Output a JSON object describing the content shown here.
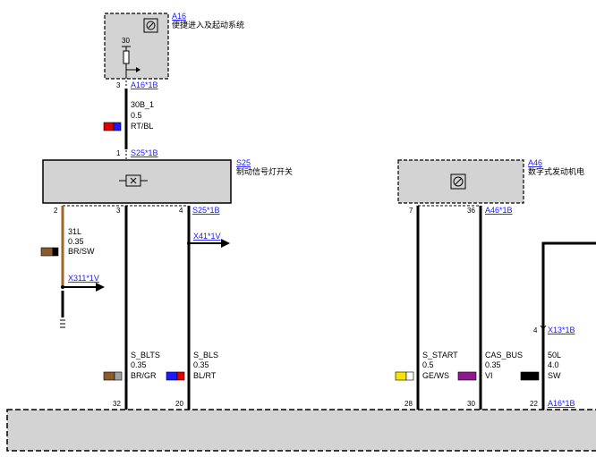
{
  "components": {
    "a16": {
      "id": "A16",
      "name": "便捷进入及起动系统",
      "pin_label": "30"
    },
    "s25": {
      "id": "S25",
      "name": "制动信号灯开关"
    },
    "a46": {
      "id": "A46",
      "name": "数字式发动机电"
    }
  },
  "connectors": {
    "a16_1b_top": "A16*1B",
    "s25_1b_top": "S25*1B",
    "s25_1b_bottom": "S25*1B",
    "a46_1b": "A46*1B",
    "x41_1v": "X41*1V",
    "x311_1v": "X311*1V",
    "x13_1b": "X13*1B",
    "a16_1b_bottom": "A16*1B"
  },
  "pins": {
    "a16_3": "3",
    "s25_1": "1",
    "s25_2": "2",
    "s25_3": "3",
    "s25_4": "4",
    "a46_7": "7",
    "a46_36": "36",
    "x13_4": "4",
    "bottom_32": "32",
    "bottom_20": "20",
    "bottom_28": "28",
    "bottom_30": "30",
    "bottom_22": "22"
  },
  "wires": {
    "w30b": {
      "signal": "30B_1",
      "gauge": "0.5",
      "color": "RT/BL",
      "swatch": [
        "#e00000",
        "#1a1aff"
      ]
    },
    "w31l": {
      "signal": "31L",
      "gauge": "0.35",
      "color": "BR/SW",
      "swatch": [
        "#8b5a2b",
        "#000000"
      ]
    },
    "s_blts": {
      "signal": "S_BLTS",
      "gauge": "0.35",
      "color": "BR/GR",
      "swatch": [
        "#8b5a2b",
        "#a0a0a0"
      ]
    },
    "s_bls": {
      "signal": "S_BLS",
      "gauge": "0.35",
      "color": "BL/RT",
      "swatch": [
        "#1a1aff",
        "#e00000"
      ]
    },
    "s_start": {
      "signal": "S_START",
      "gauge": "0.5",
      "color": "GE/WS",
      "swatch": [
        "#f5e600",
        "#ffffff"
      ]
    },
    "cas_bus": {
      "signal": "CAS_BUS",
      "gauge": "0.35",
      "color": "VI",
      "swatch": [
        "#8b1a8b",
        "#8b1a8b"
      ]
    },
    "w50l": {
      "signal": "50L",
      "gauge": "4.0",
      "color": "SW",
      "swatch": [
        "#000000",
        "#000000"
      ]
    }
  },
  "colors": {
    "box_fill": "#d3d3d3",
    "wire_brown": "#a0652a",
    "link": "#1a1aff"
  }
}
